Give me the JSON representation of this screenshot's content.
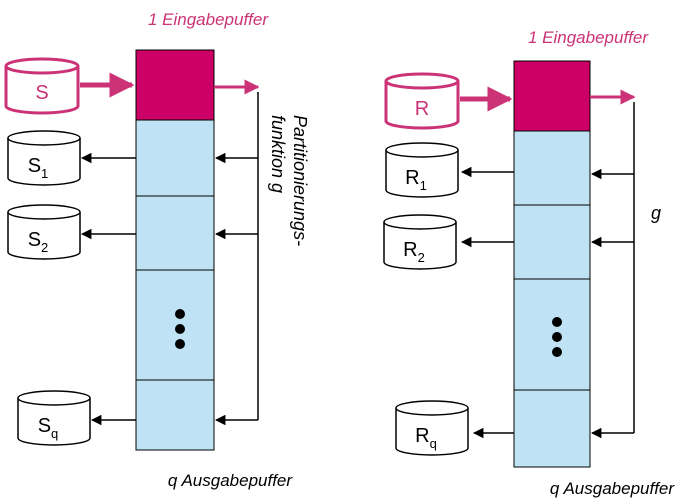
{
  "colors": {
    "accent": "#cc3377",
    "input_buffer_fill": "#cc0066",
    "output_buffer_fill": "#bfe3f5",
    "line": "#000000"
  },
  "left": {
    "input_caption": "1 Eingabepuffer",
    "output_caption": "q Ausgabepuffer",
    "input_relation": "S",
    "partitions": [
      {
        "base": "S",
        "sub": "1"
      },
      {
        "base": "S",
        "sub": "2"
      },
      {
        "base": "S",
        "sub": "q"
      }
    ],
    "function_label_line1": "Partitionierungs-",
    "function_label_line2": "funktion g"
  },
  "right": {
    "input_caption": "1 Eingabepuffer",
    "output_caption": "q Ausgabepuffer",
    "input_relation": "R",
    "partitions": [
      {
        "base": "R",
        "sub": "1"
      },
      {
        "base": "R",
        "sub": "2"
      },
      {
        "base": "R",
        "sub": "q"
      }
    ],
    "function_label": "g"
  }
}
